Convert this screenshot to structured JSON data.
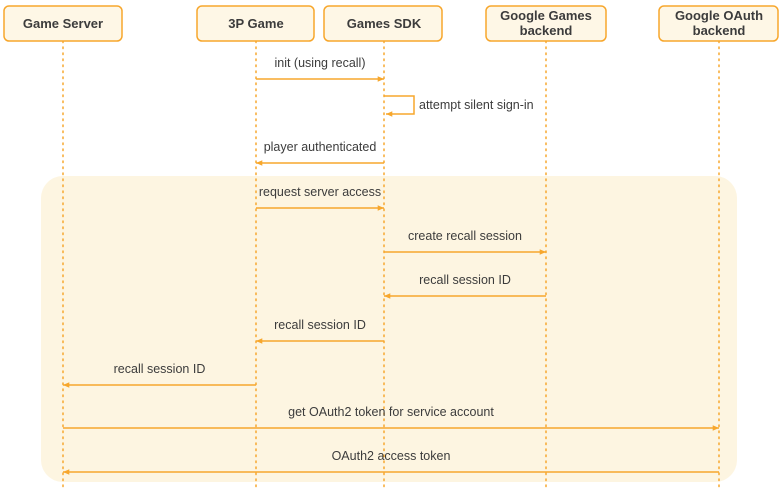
{
  "colors": {
    "accent": "#f7a72d",
    "box_fill": "#fef7e6",
    "region_fill": "#fdf5e1",
    "text": "#3c3c3c"
  },
  "actors": [
    {
      "id": "game-server",
      "lines": [
        "Game Server"
      ]
    },
    {
      "id": "3p-game",
      "lines": [
        "3P Game"
      ]
    },
    {
      "id": "games-sdk",
      "lines": [
        "Games SDK"
      ]
    },
    {
      "id": "google-games-backend",
      "lines": [
        "Google Games",
        "backend"
      ]
    },
    {
      "id": "google-oauth-backend",
      "lines": [
        "Google OAuth",
        "backend"
      ]
    }
  ],
  "messages": [
    {
      "from": "3p-game",
      "to": "games-sdk",
      "label": "init (using recall)"
    },
    {
      "from": "games-sdk",
      "to": "games-sdk",
      "label": "attempt silent sign-in"
    },
    {
      "from": "games-sdk",
      "to": "3p-game",
      "label": "player authenticated"
    },
    {
      "from": "3p-game",
      "to": "games-sdk",
      "label": "request server access"
    },
    {
      "from": "games-sdk",
      "to": "google-games-backend",
      "label": "create recall session"
    },
    {
      "from": "google-games-backend",
      "to": "games-sdk",
      "label": "recall session ID"
    },
    {
      "from": "games-sdk",
      "to": "3p-game",
      "label": "recall session ID"
    },
    {
      "from": "3p-game",
      "to": "game-server",
      "label": "recall session ID"
    },
    {
      "from": "game-server",
      "to": "google-oauth-backend",
      "label": "get OAuth2 token for service account"
    },
    {
      "from": "google-oauth-backend",
      "to": "game-server",
      "label": "OAuth2 access token"
    }
  ]
}
